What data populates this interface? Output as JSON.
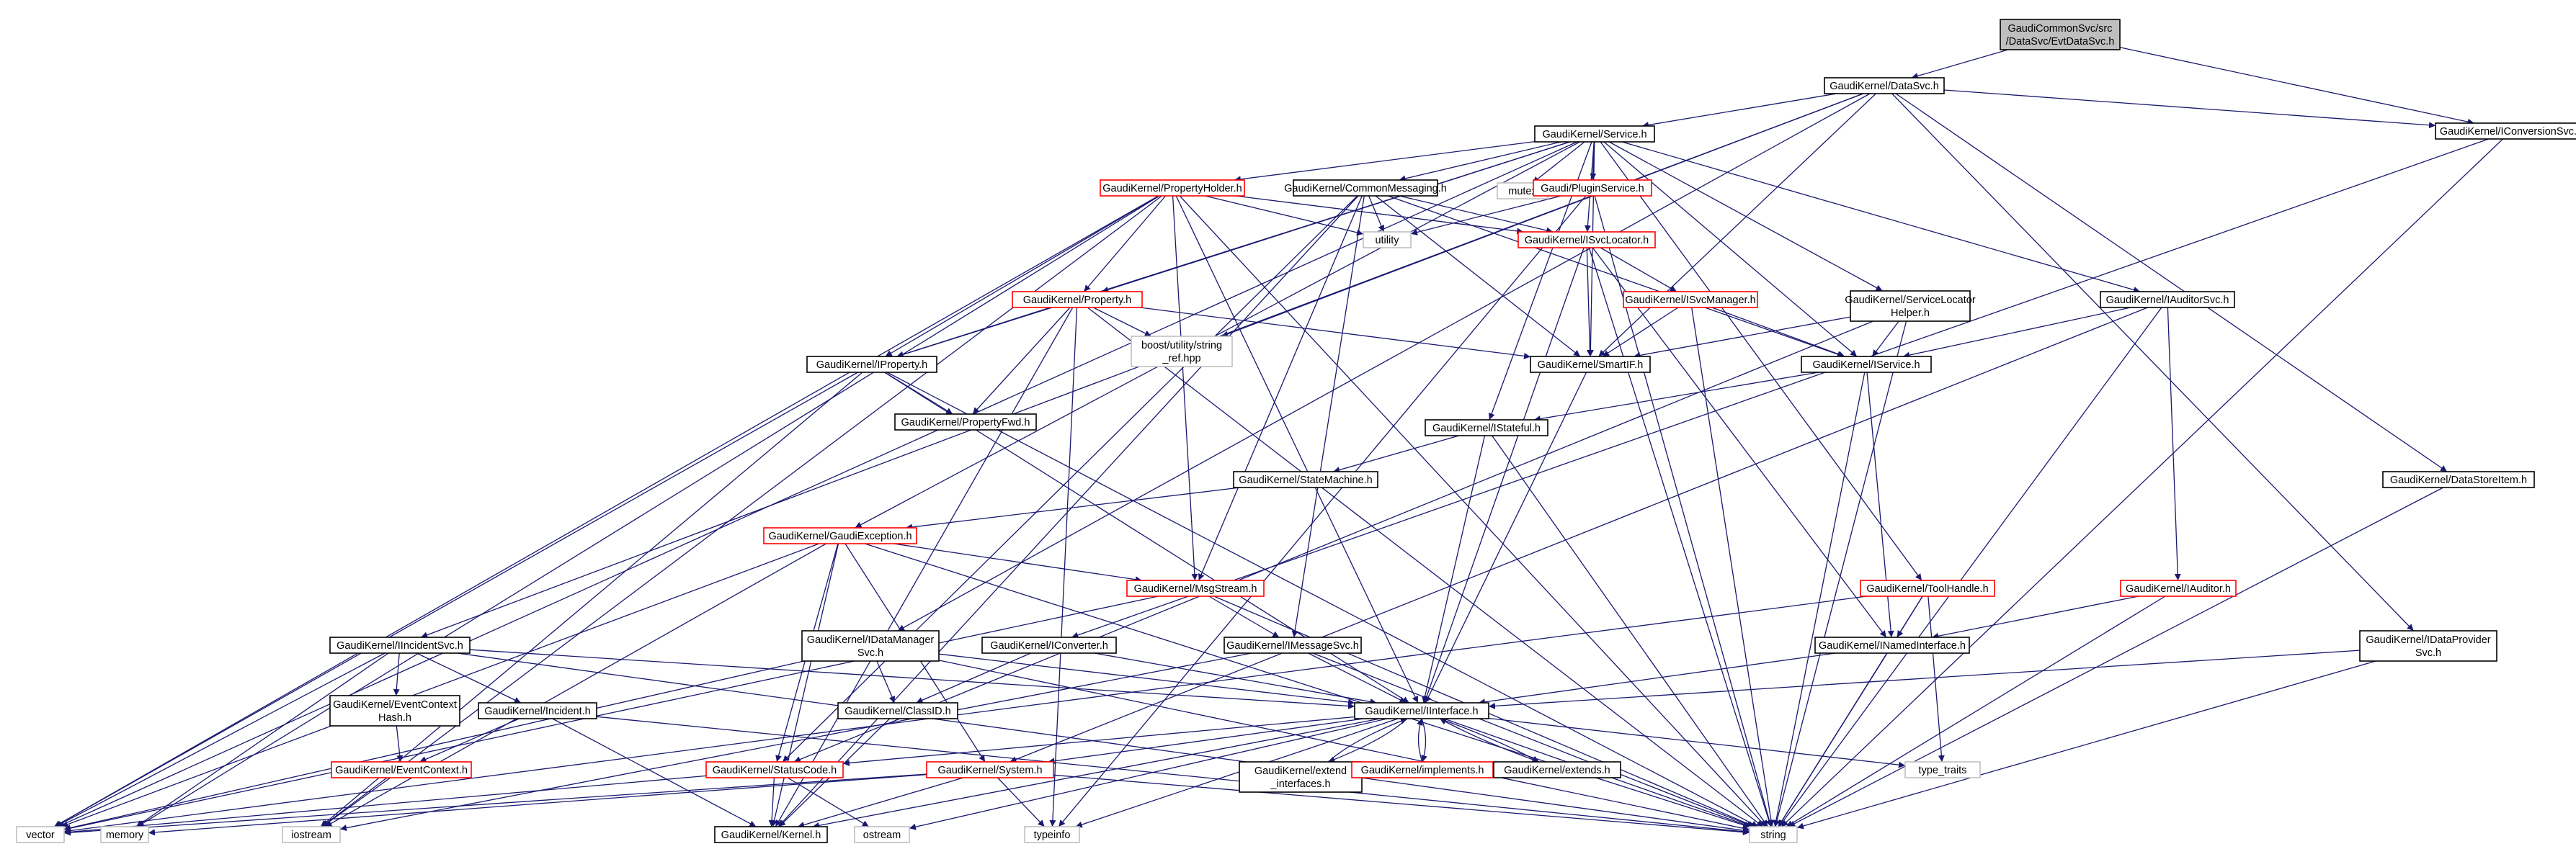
{
  "colors": {
    "edge": "#191970",
    "box_black": "#000000",
    "box_red": "#ff0000",
    "box_gray": "#bfbfbf",
    "root_fill": "#bfbfbf",
    "label": "#000000"
  },
  "nodes": [
    {
      "id": "root",
      "label": "GaudiCommonSvc/src\n/DataSvc/EvtDataSvc.h",
      "style": "root"
    },
    {
      "id": "datasvc",
      "label": "GaudiKernel/DataSvc.h",
      "style": "black"
    },
    {
      "id": "iconvsvc",
      "label": "GaudiKernel/IConversionSvc.h",
      "style": "black"
    },
    {
      "id": "service",
      "label": "GaudiKernel/Service.h",
      "style": "black"
    },
    {
      "id": "propholder",
      "label": "GaudiKernel/PropertyHolder.h",
      "style": "red"
    },
    {
      "id": "commonmsg",
      "label": "GaudiKernel/CommonMessaging.h",
      "style": "black"
    },
    {
      "id": "mutex",
      "label": "mutex",
      "style": "gray"
    },
    {
      "id": "pluginsvc",
      "label": "Gaudi/PluginService.h",
      "style": "red"
    },
    {
      "id": "utility",
      "label": "utility",
      "style": "gray"
    },
    {
      "id": "isvclocator",
      "label": "GaudiKernel/ISvcLocator.h",
      "style": "red"
    },
    {
      "id": "property",
      "label": "GaudiKernel/Property.h",
      "style": "red"
    },
    {
      "id": "isvcmanager",
      "label": "GaudiKernel/ISvcManager.h",
      "style": "red"
    },
    {
      "id": "svclochelper",
      "label": "GaudiKernel/ServiceLocator\nHelper.h",
      "style": "black"
    },
    {
      "id": "iauditorsvc",
      "label": "GaudiKernel/IAuditorSvc.h",
      "style": "black"
    },
    {
      "id": "boostref",
      "label": "boost/utility/string\n_ref.hpp",
      "style": "gray"
    },
    {
      "id": "iproperty",
      "label": "GaudiKernel/IProperty.h",
      "style": "black"
    },
    {
      "id": "smartif",
      "label": "GaudiKernel/SmartIF.h",
      "style": "black"
    },
    {
      "id": "iservice",
      "label": "GaudiKernel/IService.h",
      "style": "black"
    },
    {
      "id": "propfwd",
      "label": "GaudiKernel/PropertyFwd.h",
      "style": "black"
    },
    {
      "id": "istateful",
      "label": "GaudiKernel/IStateful.h",
      "style": "black"
    },
    {
      "id": "statemachine",
      "label": "GaudiKernel/StateMachine.h",
      "style": "black"
    },
    {
      "id": "datastoreitem",
      "label": "GaudiKernel/DataStoreItem.h",
      "style": "black"
    },
    {
      "id": "gaudiexc",
      "label": "GaudiKernel/GaudiException.h",
      "style": "red"
    },
    {
      "id": "msgstream",
      "label": "GaudiKernel/MsgStream.h",
      "style": "red"
    },
    {
      "id": "toolhandle",
      "label": "GaudiKernel/ToolHandle.h",
      "style": "red"
    },
    {
      "id": "iauditor",
      "label": "GaudiKernel/IAuditor.h",
      "style": "red"
    },
    {
      "id": "iincidentsvc",
      "label": "GaudiKernel/IIncidentSvc.h",
      "style": "black"
    },
    {
      "id": "idatamanager",
      "label": "GaudiKernel/IDataManager\nSvc.h",
      "style": "black"
    },
    {
      "id": "iconverter",
      "label": "GaudiKernel/IConverter.h",
      "style": "black"
    },
    {
      "id": "imessagesvc",
      "label": "GaudiKernel/IMessageSvc.h",
      "style": "black"
    },
    {
      "id": "inamedif",
      "label": "GaudiKernel/INamedInterface.h",
      "style": "black"
    },
    {
      "id": "idataprovider",
      "label": "GaudiKernel/IDataProvider\nSvc.h",
      "style": "black"
    },
    {
      "id": "eventctxhash",
      "label": "GaudiKernel/EventContext\nHash.h",
      "style": "black"
    },
    {
      "id": "iincident",
      "label": "GaudiKernel/Incident.h",
      "style": "black"
    },
    {
      "id": "classid",
      "label": "GaudiKernel/ClassID.h",
      "style": "black"
    },
    {
      "id": "iinterface",
      "label": "GaudiKernel/IInterface.h",
      "style": "black"
    },
    {
      "id": "eventctx",
      "label": "GaudiKernel/EventContext.h",
      "style": "red"
    },
    {
      "id": "statuscode",
      "label": "GaudiKernel/StatusCode.h",
      "style": "red"
    },
    {
      "id": "system",
      "label": "GaudiKernel/System.h",
      "style": "red"
    },
    {
      "id": "extendif",
      "label": "GaudiKernel/extend\n_interfaces.h",
      "style": "black"
    },
    {
      "id": "implements",
      "label": "GaudiKernel/implements.h",
      "style": "red"
    },
    {
      "id": "extends",
      "label": "GaudiKernel/extends.h",
      "style": "black"
    },
    {
      "id": "typetraits",
      "label": "type_traits",
      "style": "gray"
    },
    {
      "id": "vector",
      "label": "vector",
      "style": "gray"
    },
    {
      "id": "memory",
      "label": "memory",
      "style": "gray"
    },
    {
      "id": "iostream",
      "label": "iostream",
      "style": "gray"
    },
    {
      "id": "kernel",
      "label": "GaudiKernel/Kernel.h",
      "style": "black"
    },
    {
      "id": "ostream",
      "label": "ostream",
      "style": "gray"
    },
    {
      "id": "typeinfo",
      "label": "typeinfo",
      "style": "gray"
    },
    {
      "id": "string",
      "label": "string",
      "style": "gray"
    }
  ],
  "edges": [
    [
      "root",
      "datasvc"
    ],
    [
      "root",
      "iconvsvc"
    ],
    [
      "datasvc",
      "iconvsvc"
    ],
    [
      "datasvc",
      "service"
    ],
    [
      "datasvc",
      "smartif"
    ],
    [
      "datasvc",
      "iincidentsvc"
    ],
    [
      "datasvc",
      "idatamanager"
    ],
    [
      "datasvc",
      "datastoreitem"
    ],
    [
      "datasvc",
      "idataprovider"
    ],
    [
      "datasvc",
      "boostref"
    ],
    [
      "iconvsvc",
      "iconverter"
    ],
    [
      "iconvsvc",
      "string"
    ],
    [
      "service",
      "propholder"
    ],
    [
      "service",
      "commonmsg"
    ],
    [
      "service",
      "mutex"
    ],
    [
      "service",
      "pluginsvc"
    ],
    [
      "service",
      "isvclocator"
    ],
    [
      "service",
      "property"
    ],
    [
      "service",
      "iproperty"
    ],
    [
      "service",
      "smartif"
    ],
    [
      "service",
      "iservice"
    ],
    [
      "service",
      "istateful"
    ],
    [
      "service",
      "svclochelper"
    ],
    [
      "service",
      "iauditorsvc"
    ],
    [
      "service",
      "toolhandle"
    ],
    [
      "service",
      "vector"
    ],
    [
      "service",
      "gaudiexc"
    ],
    [
      "propholder",
      "utility"
    ],
    [
      "propholder",
      "property"
    ],
    [
      "propholder",
      "iproperty"
    ],
    [
      "propholder",
      "isvclocator"
    ],
    [
      "propholder",
      "msgstream"
    ],
    [
      "propholder",
      "iinterface"
    ],
    [
      "propholder",
      "vector"
    ],
    [
      "propholder",
      "memory"
    ],
    [
      "propholder",
      "iostream"
    ],
    [
      "propholder",
      "string"
    ],
    [
      "commonmsg",
      "utility"
    ],
    [
      "commonmsg",
      "isvclocator"
    ],
    [
      "commonmsg",
      "smartif"
    ],
    [
      "commonmsg",
      "msgstream"
    ],
    [
      "commonmsg",
      "imessagesvc"
    ],
    [
      "commonmsg",
      "iservice"
    ],
    [
      "commonmsg",
      "statuscode"
    ],
    [
      "commonmsg",
      "kernel"
    ],
    [
      "pluginsvc",
      "utility"
    ],
    [
      "pluginsvc",
      "string"
    ],
    [
      "pluginsvc",
      "typeinfo"
    ],
    [
      "isvclocator",
      "isvcmanager"
    ],
    [
      "isvclocator",
      "smartif"
    ],
    [
      "isvclocator",
      "iinterface"
    ],
    [
      "isvclocator",
      "inamedif"
    ],
    [
      "isvclocator",
      "string"
    ],
    [
      "isvcmanager",
      "smartif"
    ],
    [
      "isvcmanager",
      "iservice"
    ],
    [
      "isvcmanager",
      "string"
    ],
    [
      "property",
      "iproperty"
    ],
    [
      "property",
      "boostref"
    ],
    [
      "property",
      "propfwd"
    ],
    [
      "property",
      "smartif"
    ],
    [
      "property",
      "kernel"
    ],
    [
      "property",
      "string"
    ],
    [
      "property",
      "typeinfo"
    ],
    [
      "svclochelper",
      "smartif"
    ],
    [
      "svclochelper",
      "iservice"
    ],
    [
      "svclochelper",
      "statuscode"
    ],
    [
      "svclochelper",
      "string"
    ],
    [
      "iauditorsvc",
      "iservice"
    ],
    [
      "iauditorsvc",
      "iauditor"
    ],
    [
      "iauditorsvc",
      "system"
    ],
    [
      "iauditorsvc",
      "string"
    ],
    [
      "iproperty",
      "propfwd"
    ],
    [
      "iproperty",
      "iinterface"
    ],
    [
      "iproperty",
      "vector"
    ],
    [
      "iproperty",
      "iostream"
    ],
    [
      "iproperty",
      "string"
    ],
    [
      "smartif",
      "iinterface"
    ],
    [
      "iservice",
      "istateful"
    ],
    [
      "iservice",
      "inamedif"
    ],
    [
      "iservice",
      "string"
    ],
    [
      "istateful",
      "statemachine"
    ],
    [
      "istateful",
      "iinterface"
    ],
    [
      "istateful",
      "string"
    ],
    [
      "statemachine",
      "gaudiexc"
    ],
    [
      "datastoreitem",
      "string"
    ],
    [
      "gaudiexc",
      "msgstream"
    ],
    [
      "gaudiexc",
      "statuscode"
    ],
    [
      "gaudiexc",
      "system"
    ],
    [
      "gaudiexc",
      "kernel"
    ],
    [
      "gaudiexc",
      "string"
    ],
    [
      "gaudiexc",
      "vector"
    ],
    [
      "gaudiexc",
      "iostream"
    ],
    [
      "msgstream",
      "imessagesvc"
    ],
    [
      "msgstream",
      "string"
    ],
    [
      "msgstream",
      "vector"
    ],
    [
      "toolhandle",
      "inamedif"
    ],
    [
      "toolhandle",
      "typetraits"
    ],
    [
      "toolhandle",
      "string"
    ],
    [
      "toolhandle",
      "vector"
    ],
    [
      "iauditor",
      "inamedif"
    ],
    [
      "iauditor",
      "string"
    ],
    [
      "iincidentsvc",
      "iinterface"
    ],
    [
      "iincidentsvc",
      "eventctxhash"
    ],
    [
      "iincidentsvc",
      "iincident"
    ],
    [
      "iincidentsvc",
      "vector"
    ],
    [
      "iincidentsvc",
      "memory"
    ],
    [
      "iincidentsvc",
      "string"
    ],
    [
      "idatamanager",
      "iinterface"
    ],
    [
      "idatamanager",
      "classid"
    ],
    [
      "idatamanager",
      "string"
    ],
    [
      "idatamanager",
      "vector"
    ],
    [
      "iconverter",
      "iinterface"
    ],
    [
      "iconverter",
      "classid"
    ],
    [
      "imessagesvc",
      "iinterface"
    ],
    [
      "imessagesvc",
      "string"
    ],
    [
      "imessagesvc",
      "iostream"
    ],
    [
      "inamedif",
      "iinterface"
    ],
    [
      "inamedif",
      "string"
    ],
    [
      "idataprovider",
      "iinterface"
    ],
    [
      "idataprovider",
      "string"
    ],
    [
      "eventctxhash",
      "eventctx"
    ],
    [
      "iincident",
      "eventctx"
    ],
    [
      "iincident",
      "kernel"
    ],
    [
      "iincident",
      "string"
    ],
    [
      "classid",
      "kernel"
    ],
    [
      "iinterface",
      "statuscode"
    ],
    [
      "iinterface",
      "system"
    ],
    [
      "iinterface",
      "kernel"
    ],
    [
      "iinterface",
      "extendif"
    ],
    [
      "iinterface",
      "implements"
    ],
    [
      "iinterface",
      "extends"
    ],
    [
      "iinterface",
      "typetraits"
    ],
    [
      "iinterface",
      "typeinfo"
    ],
    [
      "iinterface",
      "ostream"
    ],
    [
      "iinterface",
      "string"
    ],
    [
      "extendif",
      "iinterface"
    ],
    [
      "implements",
      "iinterface"
    ],
    [
      "extends",
      "iinterface"
    ],
    [
      "eventctx",
      "iostream"
    ],
    [
      "statuscode",
      "kernel"
    ],
    [
      "statuscode",
      "ostream"
    ],
    [
      "statuscode",
      "vector"
    ],
    [
      "system",
      "kernel"
    ],
    [
      "system",
      "typeinfo"
    ],
    [
      "system",
      "string"
    ],
    [
      "system",
      "vector"
    ],
    [
      "system",
      "memory"
    ]
  ]
}
